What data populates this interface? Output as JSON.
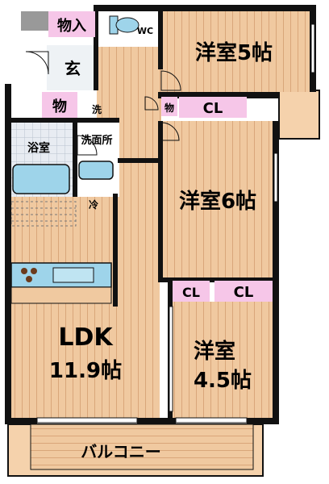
{
  "rooms": {
    "storage_entry": "物入",
    "wc": "WC",
    "entrance": "玄",
    "storage_hall": "物",
    "laundry": "洗",
    "bath": "浴室",
    "washroom": "洗面所",
    "fridge": "冷",
    "storage_small": "物",
    "bedroom1": "洋室5帖",
    "closet1": "CL",
    "bedroom2": "洋室6帖",
    "closet2a": "CL",
    "closet2b": "CL",
    "bedroom3_line1": "洋室",
    "bedroom3_line2": "4.5帖",
    "ldk_line1": "LDK",
    "ldk_line2": "11.9帖",
    "balcony": "バルコニー"
  },
  "colors": {
    "wall": "#111111",
    "floor_wood": "#f0c9a0",
    "floor_line": "#d9a67a",
    "floor_wet": "#dde4ee",
    "label_bg": "#f6c6e8",
    "balcony_fill": "#f5d2ac",
    "fixture": "#9ed4ea"
  }
}
